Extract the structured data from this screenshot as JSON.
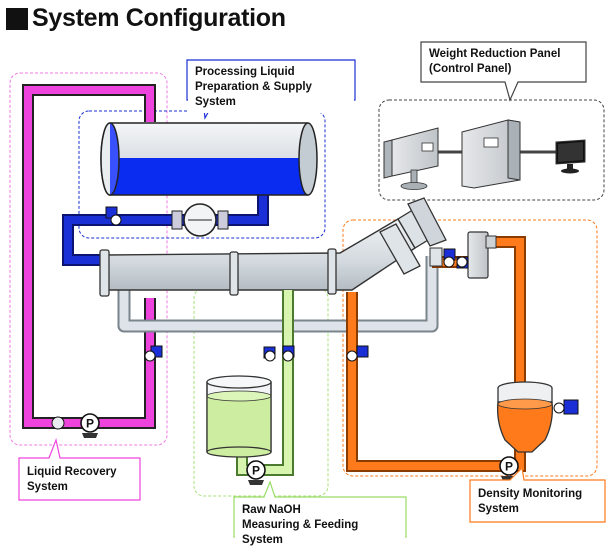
{
  "title": "System Configuration",
  "systems": {
    "processing": {
      "line1": "Processing Liquid",
      "line2": "Preparation & Supply System",
      "color": "#1a2fd6"
    },
    "weight_panel": {
      "line1": "Weight Reduction Panel",
      "line2": "(Control Panel)",
      "color": "#444444"
    },
    "recovery": {
      "line1": "Liquid Recovery",
      "line2": "System",
      "color": "#ee55dd"
    },
    "naoh": {
      "line1": "Raw NaOH",
      "line2": "Measuring & Feeding System",
      "color": "#99dd66"
    },
    "density": {
      "line1": "Density Monitoring",
      "line2": "System",
      "color": "#ff7a1a"
    }
  },
  "pump_glyph": "P",
  "colors": {
    "pipe_blue": "#1a2fd6",
    "pipe_pink": "#ee44dd",
    "pipe_green": "#d8f5b0",
    "pipe_orange": "#ff7a1a",
    "pipe_grey": "#c8d0d6",
    "tank_liquid": "#0a2cf0",
    "naoh_liquid": "#cdeea0",
    "density_liquid": "#ff7a1a"
  }
}
